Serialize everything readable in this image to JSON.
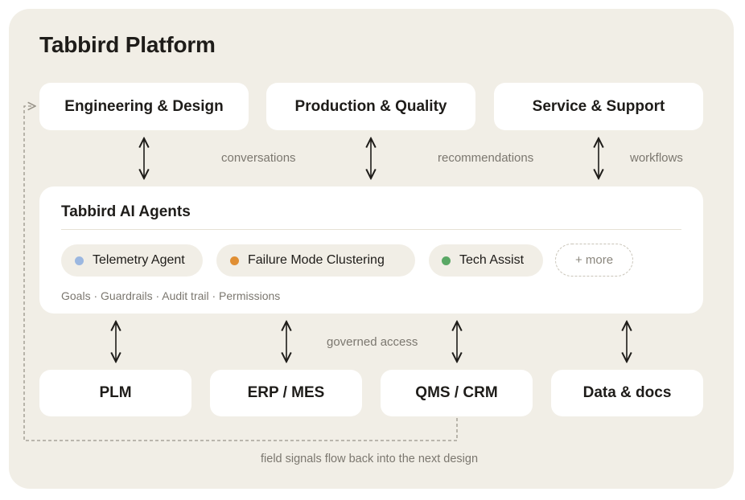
{
  "title": "Tabbird Platform",
  "top_boxes": [
    "Engineering & Design",
    "Production & Quality",
    "Service & Support"
  ],
  "top_labels": [
    "conversations",
    "recommendations",
    "workflows"
  ],
  "agents": {
    "title": "Tabbird AI Agents",
    "pills": [
      {
        "label": "Telemetry Agent",
        "color": "#9bb7e0"
      },
      {
        "label": "Failure Mode Clustering",
        "color": "#e08f34"
      },
      {
        "label": "Tech Assist",
        "color": "#5aa865"
      }
    ],
    "more": "+ more",
    "footer": "Goals · Guardrails · Audit trail · Permissions"
  },
  "bottom_label": "governed access",
  "bottom_boxes": [
    "PLM",
    "ERP / MES",
    "QMS / CRM",
    "Data & docs"
  ],
  "feedback_label": "field signals flow back into the next design",
  "colors": {
    "panel": "#f1eee6",
    "box": "#ffffff",
    "arrow": "#1e1c19",
    "dashed": "#9a958b"
  }
}
